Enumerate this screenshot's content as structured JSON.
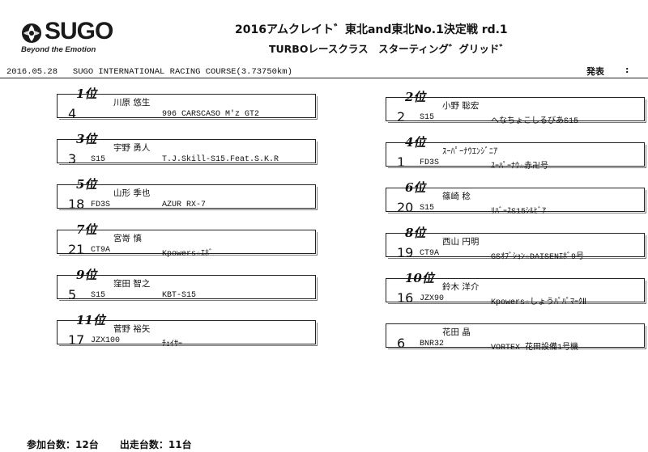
{
  "logo": {
    "brand": "SUGO",
    "tagline": "Beyond the Emotion"
  },
  "header": {
    "title": "2016アムクレイト゛東北and東北No.1決定戦 rd.1",
    "subtitle": "TURBOレースクラス　スターティング゛グリッド゛",
    "date": "2016.05.28",
    "venue": "SUGO INTERNATIONAL RACING COURSE(3.73750km)",
    "announce_label": "発表",
    "announce_colon": ":"
  },
  "grid": [
    {
      "position_label": "1位",
      "number": "4",
      "driver": "川原 悠生",
      "model": "",
      "car": "996 CARSCASO M'z GT2"
    },
    {
      "position_label": "2位",
      "number": "2",
      "driver": "小野 聡宏",
      "model": "S15",
      "car": "へなちょこしるびあS15"
    },
    {
      "position_label": "3位",
      "number": "3",
      "driver": "宇野 勇人",
      "model": "S15",
      "car": "T.J.Skill-S15.Feat.S.K.R"
    },
    {
      "position_label": "4位",
      "number": "1",
      "driver": "ｽｰﾊﾟｰﾅｳｴﾝｼﾞﾆｱ",
      "model": "FD3S",
      "car": "ｽｰﾊﾟｰﾅｳ☆赤卍号"
    },
    {
      "position_label": "5位",
      "number": "18",
      "driver": "山形 季也",
      "model": "FD3S",
      "car": "AZUR RX-7"
    },
    {
      "position_label": "6位",
      "number": "20",
      "driver": "篠崎 稔",
      "model": "S15",
      "car": "ﾘﾊﾞｰｽS15ｼﾙﾋﾞｱ"
    },
    {
      "position_label": "7位",
      "number": "21",
      "driver": "宮嵜 慎",
      "model": "CT9A",
      "car": "Kpowers☆ｴﾎﾞ"
    },
    {
      "position_label": "8位",
      "number": "19",
      "driver": "西山 円明",
      "model": "CT9A",
      "car": "GSｵﾌﾞｼｮﾝ☆DAISENｴﾎﾞ9号"
    },
    {
      "position_label": "9位",
      "number": "5",
      "driver": "窪田 智之",
      "model": "S15",
      "car": "KBT-S15"
    },
    {
      "position_label": "10位",
      "number": "16",
      "driver": "鈴木 洋介",
      "model": "JZX90",
      "car": "Kpowers☆しょうﾊﾟﾊﾟﾏｰｸⅡ"
    },
    {
      "position_label": "11位",
      "number": "17",
      "driver": "菅野 裕矢",
      "model": "JZX100",
      "car": "ﾁｪｲｻｰ"
    },
    {
      "position_label": "",
      "number": "6",
      "driver": "花田 晶",
      "model": "BNR32",
      "car": "VORTEX 花田設備1号機"
    }
  ],
  "footer": {
    "entries": "参加台数：12台",
    "starters": "出走台数：11台"
  }
}
